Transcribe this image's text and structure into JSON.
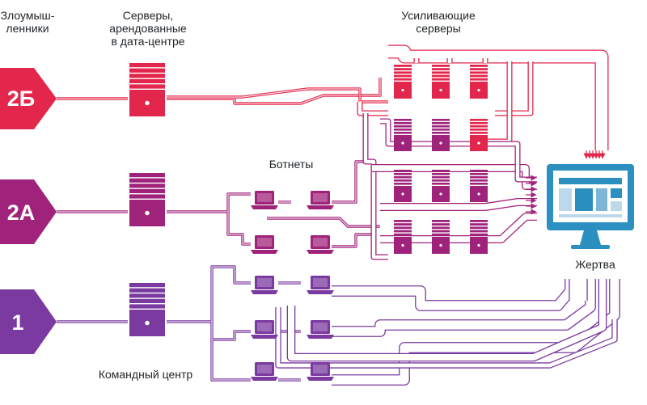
{
  "labels": {
    "attackers": "Злоумыш-\nленники",
    "rented_servers": "Серверы,\nарендованные\nв дата-центре",
    "amplifiers": "Усиливающие\nсерверы",
    "botnets": "Ботнеты",
    "victim": "Жертва",
    "command_center": "Командный центр"
  },
  "attackers": [
    {
      "id": "2Б",
      "color": "#e3264b"
    },
    {
      "id": "2А",
      "color": "#a0237b"
    },
    {
      "id": "1",
      "color": "#7a3aa0"
    }
  ],
  "colors": {
    "red": "#e3264b",
    "magenta": "#a0237b",
    "purple": "#7a3aa0",
    "victim_monitor": "#2b8fc0",
    "text": "#1f2428"
  },
  "icons": {
    "attacker": "triangle-badge-icon",
    "server": "server-rack-icon",
    "laptop": "laptop-icon",
    "victim": "monitor-icon"
  }
}
